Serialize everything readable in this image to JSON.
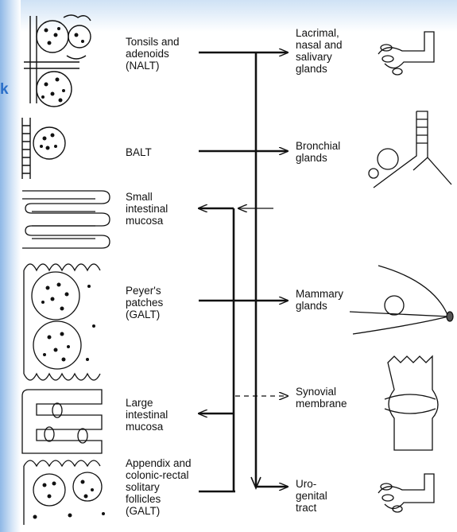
{
  "edge_text": "k",
  "sources": [
    {
      "id": "nalt",
      "label": "Tonsils and\nadenoids\n(NALT)"
    },
    {
      "id": "balt",
      "label": "BALT"
    },
    {
      "id": "small-intestine",
      "label": "Small\nintestinal\nmucosa"
    },
    {
      "id": "peyers",
      "label": "Peyer's\npatches\n(GALT)"
    },
    {
      "id": "large-intestine",
      "label": "Large\nintestinal\nmucosa"
    },
    {
      "id": "appendix",
      "label": "Appendix and\ncolonic-rectal\nsolitary\nfollicles\n(GALT)"
    }
  ],
  "targets": [
    {
      "id": "lacrimal",
      "label": "Lacrimal,\nnasal and\nsalivary\nglands"
    },
    {
      "id": "bronchial",
      "label": "Bronchial\nglands"
    },
    {
      "id": "mammary",
      "label": "Mammary\nglands"
    },
    {
      "id": "synovial",
      "label": "Synovial\nmembrane"
    },
    {
      "id": "urogenital",
      "label": "Uro-\ngenital\ntract"
    }
  ]
}
